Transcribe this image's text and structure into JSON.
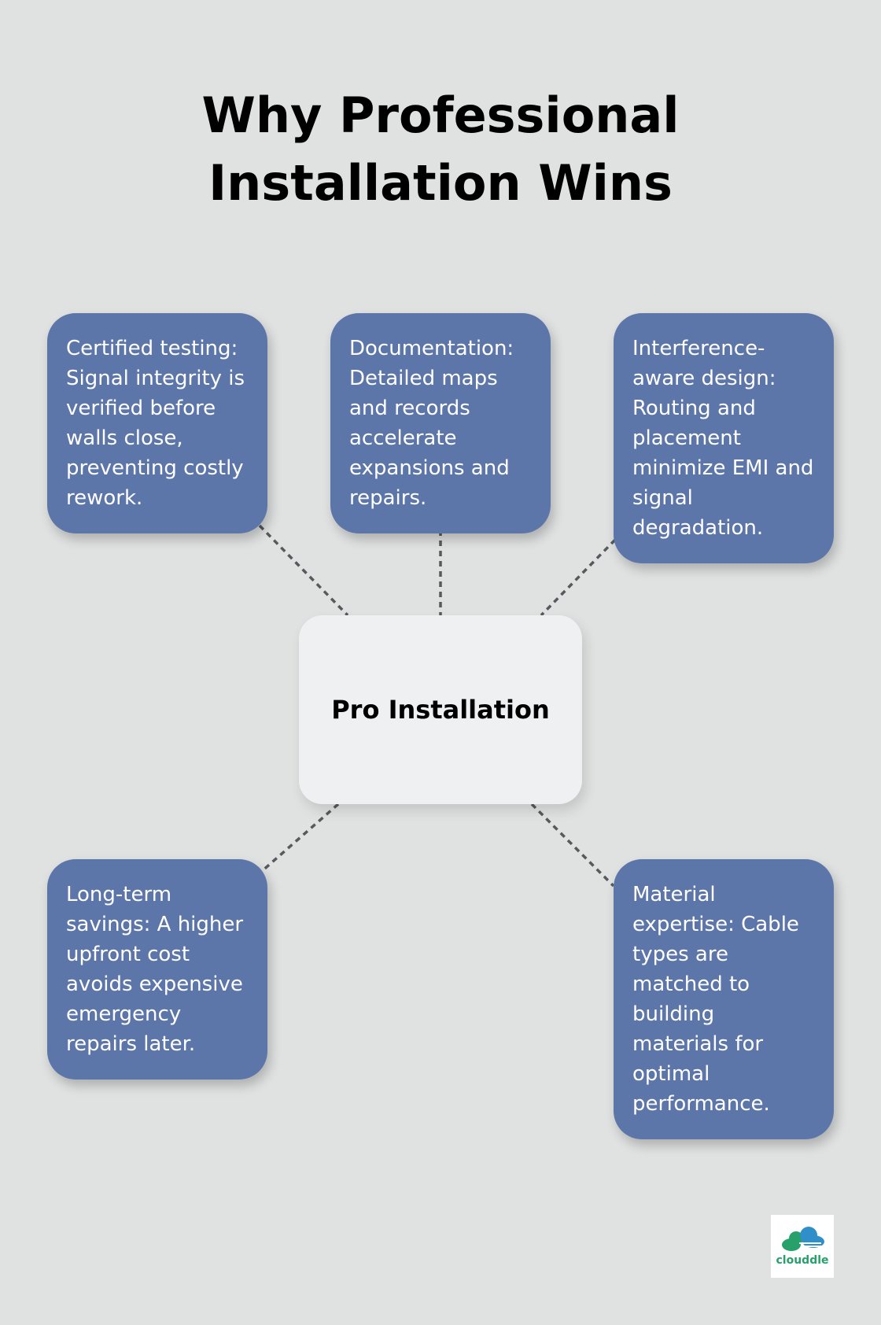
{
  "title": "Why Professional Installation Wins",
  "center_node": {
    "label": "Pro Installation",
    "color": "#eff0f1"
  },
  "cards": [
    {
      "text": "Certified testing: Signal integrity is verified before walls close, preventing costly rework."
    },
    {
      "text": "Documentation: Detailed maps and records accelerate expansions and repairs."
    },
    {
      "text": "Interference-aware design: Routing and placement minimize EMI and signal degradation."
    },
    {
      "text": "Long-term savings: A higher upfront cost avoids expensive emergency repairs later."
    },
    {
      "text": "Material expertise: Cable types are matched to building materials for optimal performance."
    }
  ],
  "colors": {
    "background": "#e0e2e2",
    "card": "#5d76a9",
    "connector": "#555a5c",
    "logo_green": "#27a06a",
    "logo_blue": "#2f8fc8"
  },
  "logo": {
    "text": "clouddle",
    "icon": "cloud-logo-icon"
  }
}
